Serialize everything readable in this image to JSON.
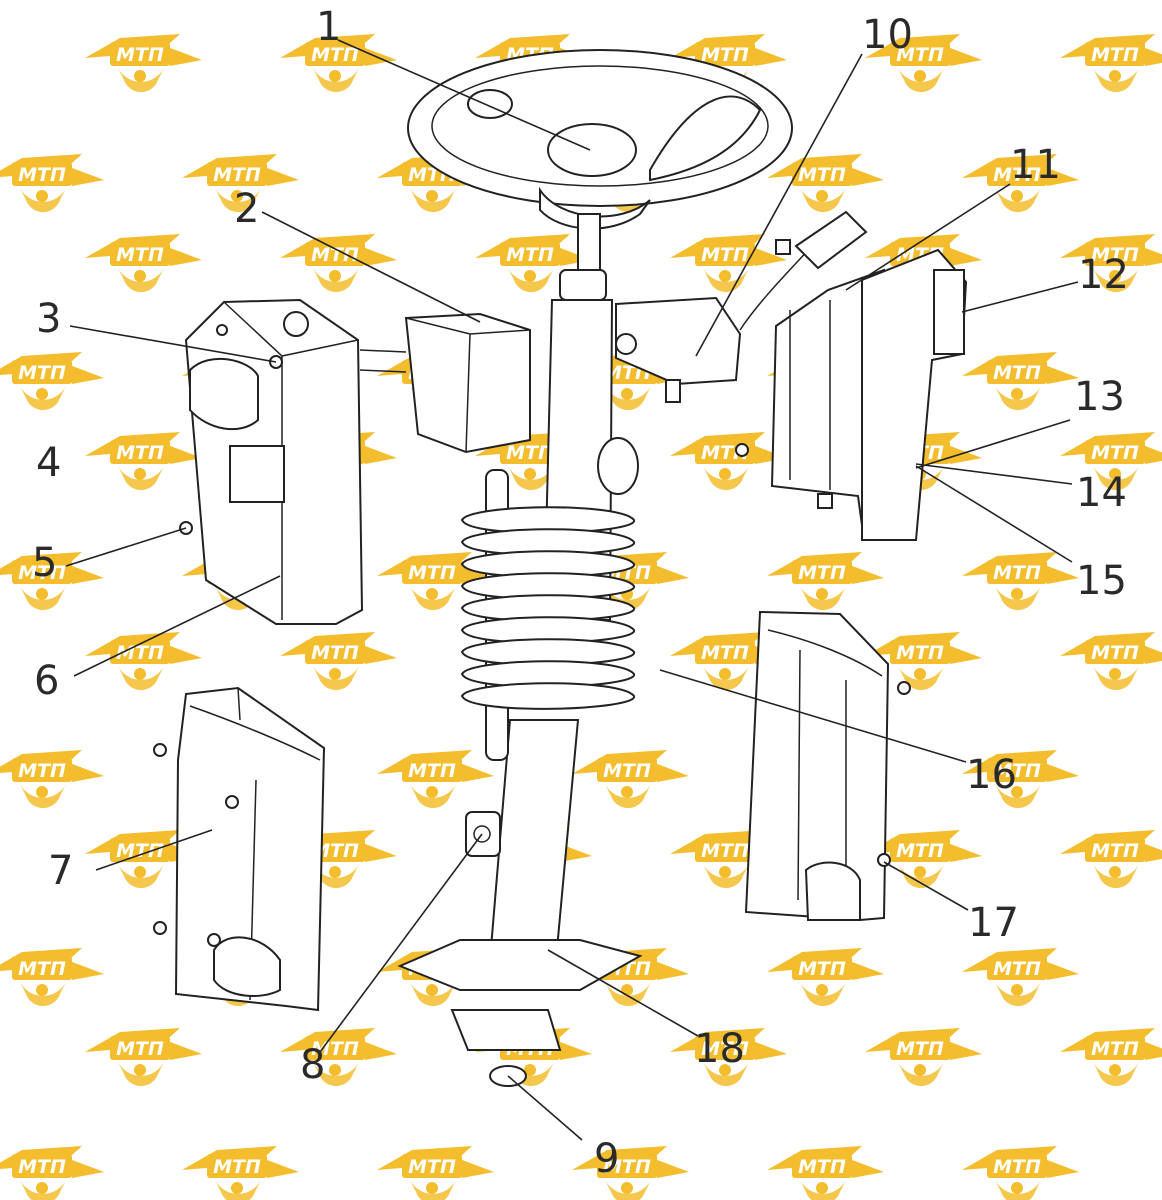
{
  "watermark": {
    "text": "МТП",
    "color": "#f2b81c",
    "icon": "mtp-gear-wing-logo"
  },
  "callouts": [
    "1",
    "2",
    "3",
    "4",
    "5",
    "6",
    "7",
    "8",
    "9",
    "10",
    "11",
    "12",
    "13",
    "14",
    "15",
    "16",
    "17",
    "18"
  ],
  "colors": {
    "line": "#222222",
    "label": "#2a2a2a",
    "background": "#ffffff"
  }
}
